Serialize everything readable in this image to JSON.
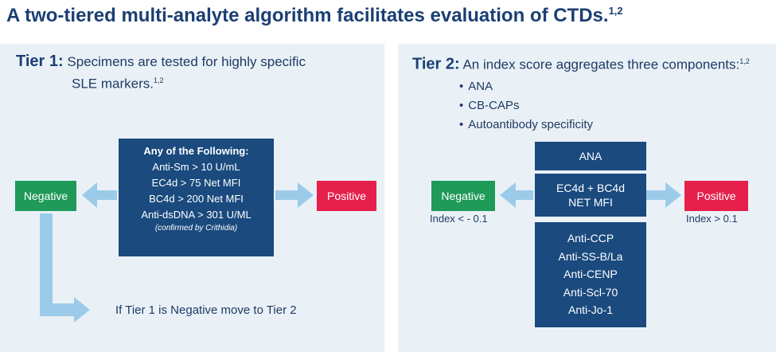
{
  "title": {
    "text": "A two-tiered multi-analyte algorithm facilitates evaluation of CTDs.",
    "sup": "1,2"
  },
  "tier1": {
    "name": "Tier 1:",
    "line1": "Specimens are tested for highly specific",
    "line2": "SLE markers.",
    "sup": "1,2",
    "criteria": {
      "heading": "Any of the Following:",
      "items": [
        "Anti-Sm > 10 U/mL",
        "EC4d > 75 Net MFI",
        "BC4d > 200 Net MFI",
        "Anti-dsDNA > 301 U/ML"
      ],
      "note": "(confirmed by Crithidia)"
    },
    "negative": "Negative",
    "positive": "Positive",
    "next_step": "If Tier 1 is Negative move to Tier 2"
  },
  "tier2": {
    "name": "Tier 2:",
    "line1": "An index score aggregates three components:",
    "sup": "1,2",
    "bullets": [
      "ANA",
      "CB-CAPs",
      "Autoantibody specificity"
    ],
    "box_ana": "ANA",
    "box_ec4d_line1": "EC4d + BC4d",
    "box_ec4d_line2": "NET MFI",
    "antibodies": [
      "Anti-CCP",
      "Anti-SS-B/La",
      "Anti-CENP",
      "Anti-Scl-70",
      "Anti-Jo-1"
    ],
    "negative": "Negative",
    "positive": "Positive",
    "negative_index": "Index < - 0.1",
    "positive_index": "Index > 0.1"
  },
  "colors": {
    "navy": "#1a4a7e",
    "green": "#1f9a58",
    "red": "#e5214b",
    "arrow": "#9ccbea",
    "panel": "#e9f1f7",
    "title": "#1c3f73"
  }
}
